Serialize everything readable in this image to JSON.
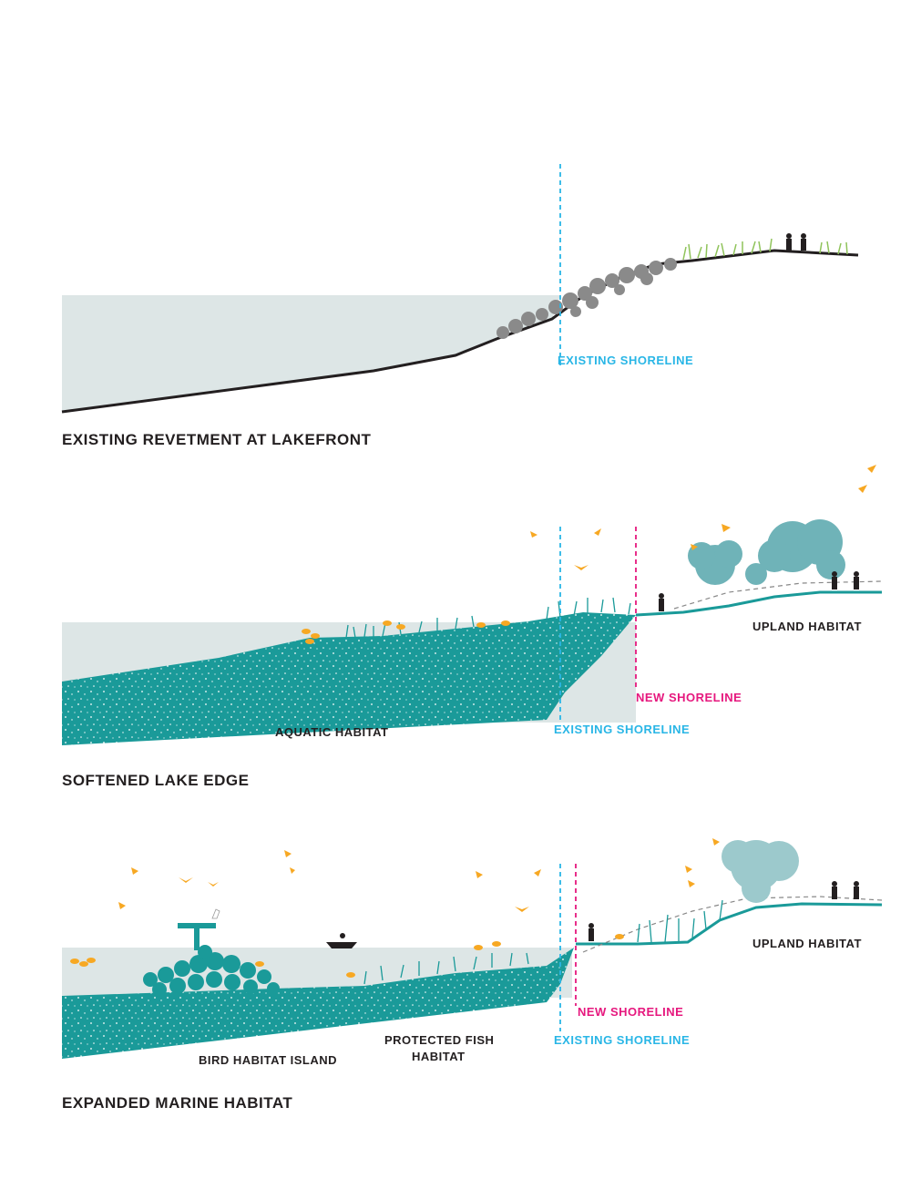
{
  "colors": {
    "water": "#dde6e6",
    "habitat": "#1a9a99",
    "existing_shoreline": "#29b6e6",
    "new_shoreline": "#e6187e",
    "ground": "#231f20",
    "rock": "#8a8a8a",
    "tree": "#6fb3b8",
    "bird": "#f7a823",
    "grass": "#8fc35a"
  },
  "sections": [
    {
      "title": "EXISTING REVETMENT AT LAKEFRONT",
      "labels": {
        "existing_shoreline": "EXISTING SHORELINE"
      }
    },
    {
      "title": "SOFTENED LAKE EDGE",
      "labels": {
        "upland_habitat": "UPLAND HABITAT",
        "new_shoreline": "NEW SHORELINE",
        "aquatic_habitat": "AQUATIC HABITAT",
        "existing_shoreline": "EXISTING SHORELINE"
      }
    },
    {
      "title": "EXPANDED MARINE HABITAT",
      "labels": {
        "upland_habitat": "UPLAND HABITAT",
        "new_shoreline": "NEW SHORELINE",
        "protected_fish_habitat_line1": "PROTECTED FISH",
        "protected_fish_habitat_line2": "HABITAT",
        "existing_shoreline": "EXISTING SHORELINE",
        "bird_habitat_island": "BIRD HABITAT ISLAND"
      }
    }
  ]
}
